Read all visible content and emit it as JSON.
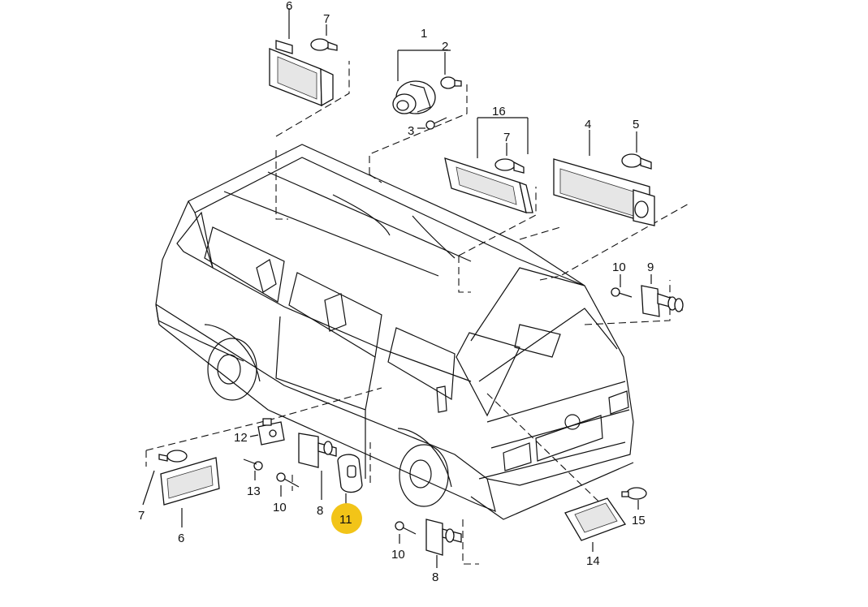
{
  "diagram": {
    "labels": {
      "p1": "1",
      "p2": "2",
      "p3": "3",
      "p4": "4",
      "p5": "5",
      "p6_top": "6",
      "p7_top": "7",
      "p16": "16",
      "p7_mid": "7",
      "p10_right": "10",
      "p9": "9",
      "p12": "12",
      "p13": "13",
      "p10_left": "10",
      "p8_left": "8",
      "p11": "11",
      "p7_bottom": "7",
      "p6_bottom": "6",
      "p10_bottom": "10",
      "p8_bottom": "8",
      "p15": "15",
      "p14": "14"
    },
    "highlight_color": "#f2c418"
  }
}
